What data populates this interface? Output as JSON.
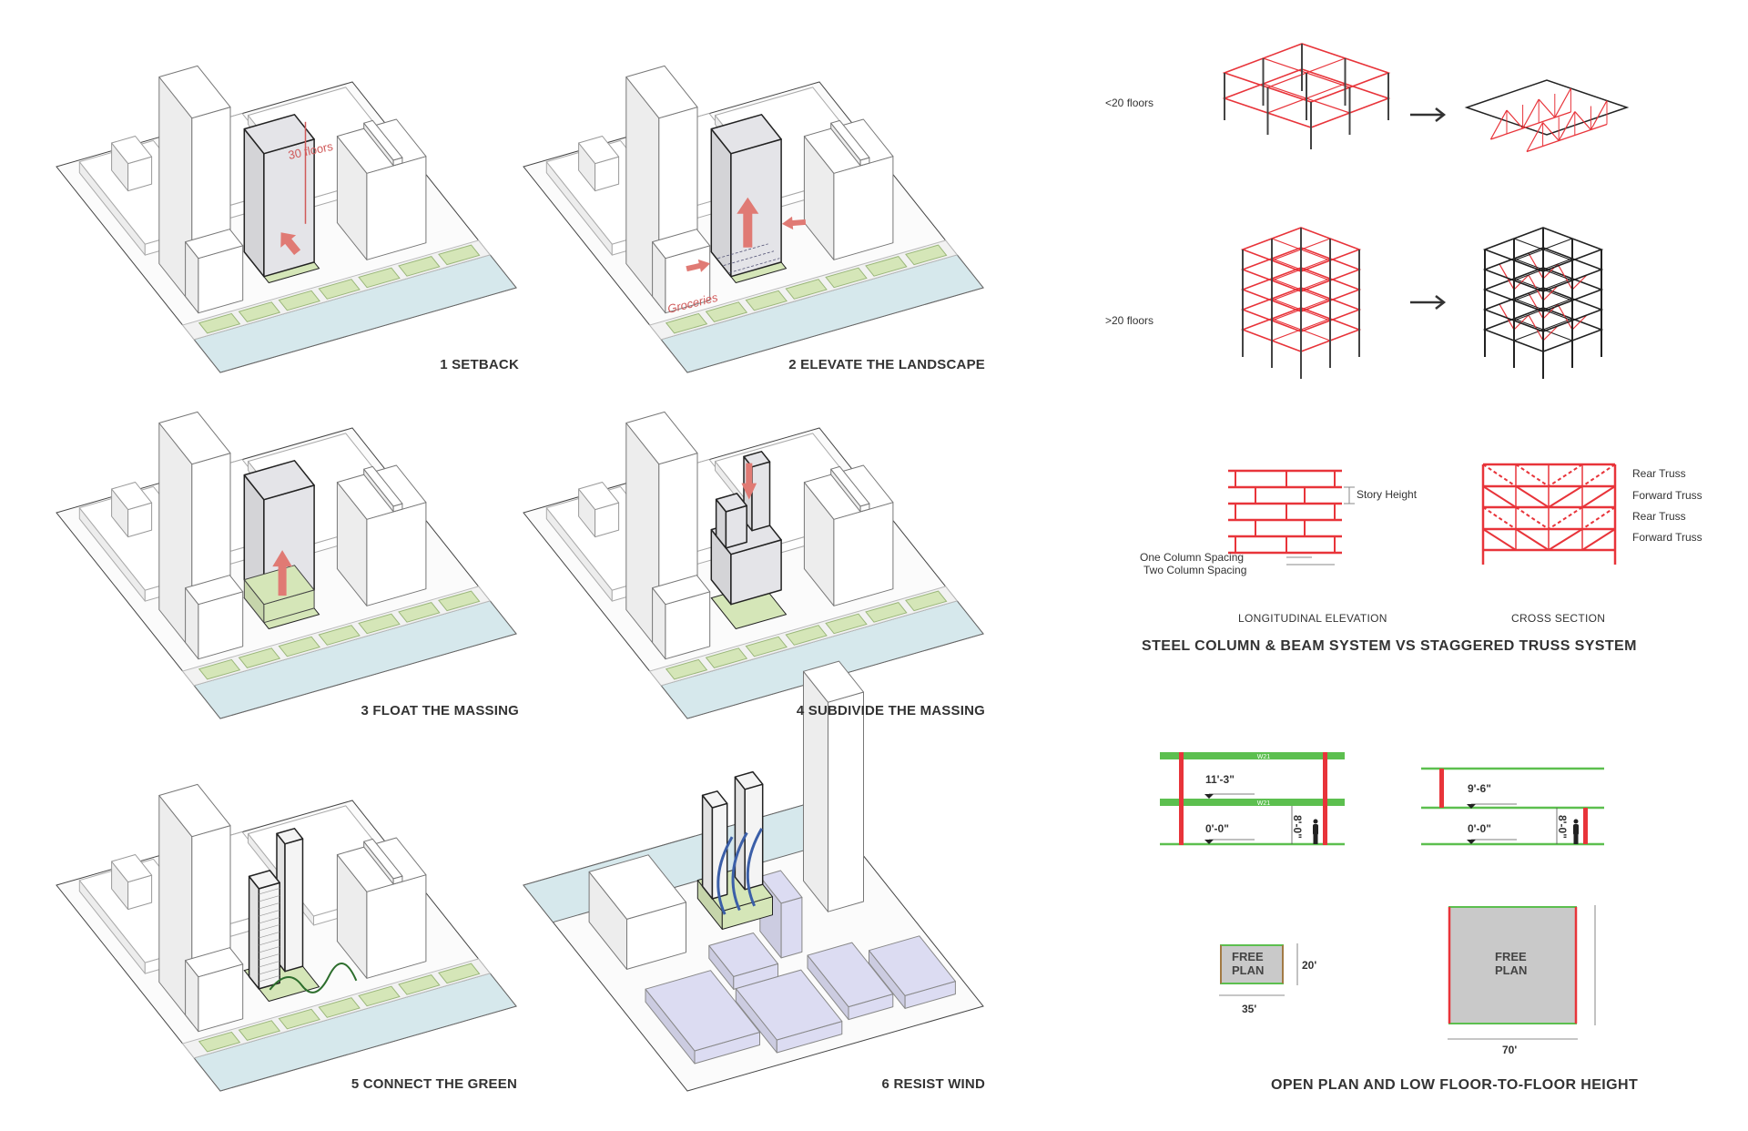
{
  "panels": [
    {
      "id": 1,
      "title": "1 SETBACK",
      "annotation": "30 floors"
    },
    {
      "id": 2,
      "title": "2 ELEVATE THE LANDSCAPE",
      "annotation": "Groceries"
    },
    {
      "id": 3,
      "title": "3 FLOAT THE MASSING"
    },
    {
      "id": 4,
      "title": "4 SUBDIVIDE THE MASSING"
    },
    {
      "id": 5,
      "title": "5 CONNECT THE GREEN"
    },
    {
      "id": 6,
      "title": "6 RESIST WIND"
    }
  ],
  "structure": {
    "row1_label": "<20 floors",
    "row2_label": ">20 floors",
    "story_height": "Story Height",
    "one_column_spacing": "One Column Spacing",
    "two_column_spacing": "Two Column Spacing",
    "truss_labels": [
      "Rear Truss",
      "Forward Truss",
      "Rear Truss",
      "Forward Truss"
    ],
    "longitudinal_caption": "LONGITUDINAL ELEVATION",
    "cross_caption": "CROSS SECTION",
    "title": "STEEL COLUMN & BEAM SYSTEM VS STAGGERED TRUSS SYSTEM"
  },
  "open_plan": {
    "beam_label": "W21",
    "left_section": {
      "upper_level": "11'-3\"",
      "ground_level": "0'-0\"",
      "clear_height": "8'-0\""
    },
    "right_section": {
      "upper_level": "9'-6\"",
      "ground_level": "0'-0\"",
      "clear_height": "8'-0\""
    },
    "small_plan": {
      "label_line1": "FREE",
      "label_line2": "PLAN",
      "width": "35'",
      "depth": "20'"
    },
    "large_plan": {
      "label_line1": "FREE",
      "label_line2": "PLAN",
      "width": "70'"
    },
    "title": "OPEN PLAN AND LOW FLOOR-TO-FLOOR HEIGHT"
  },
  "colors": {
    "red": "#e8343a",
    "green": "#5cbf4f",
    "site_green": "#d5e6b8",
    "water": "#d6e8ec",
    "massing": "#e4e4e8",
    "lavender": "#dcdcf2",
    "wind": "#3b5fa8"
  }
}
